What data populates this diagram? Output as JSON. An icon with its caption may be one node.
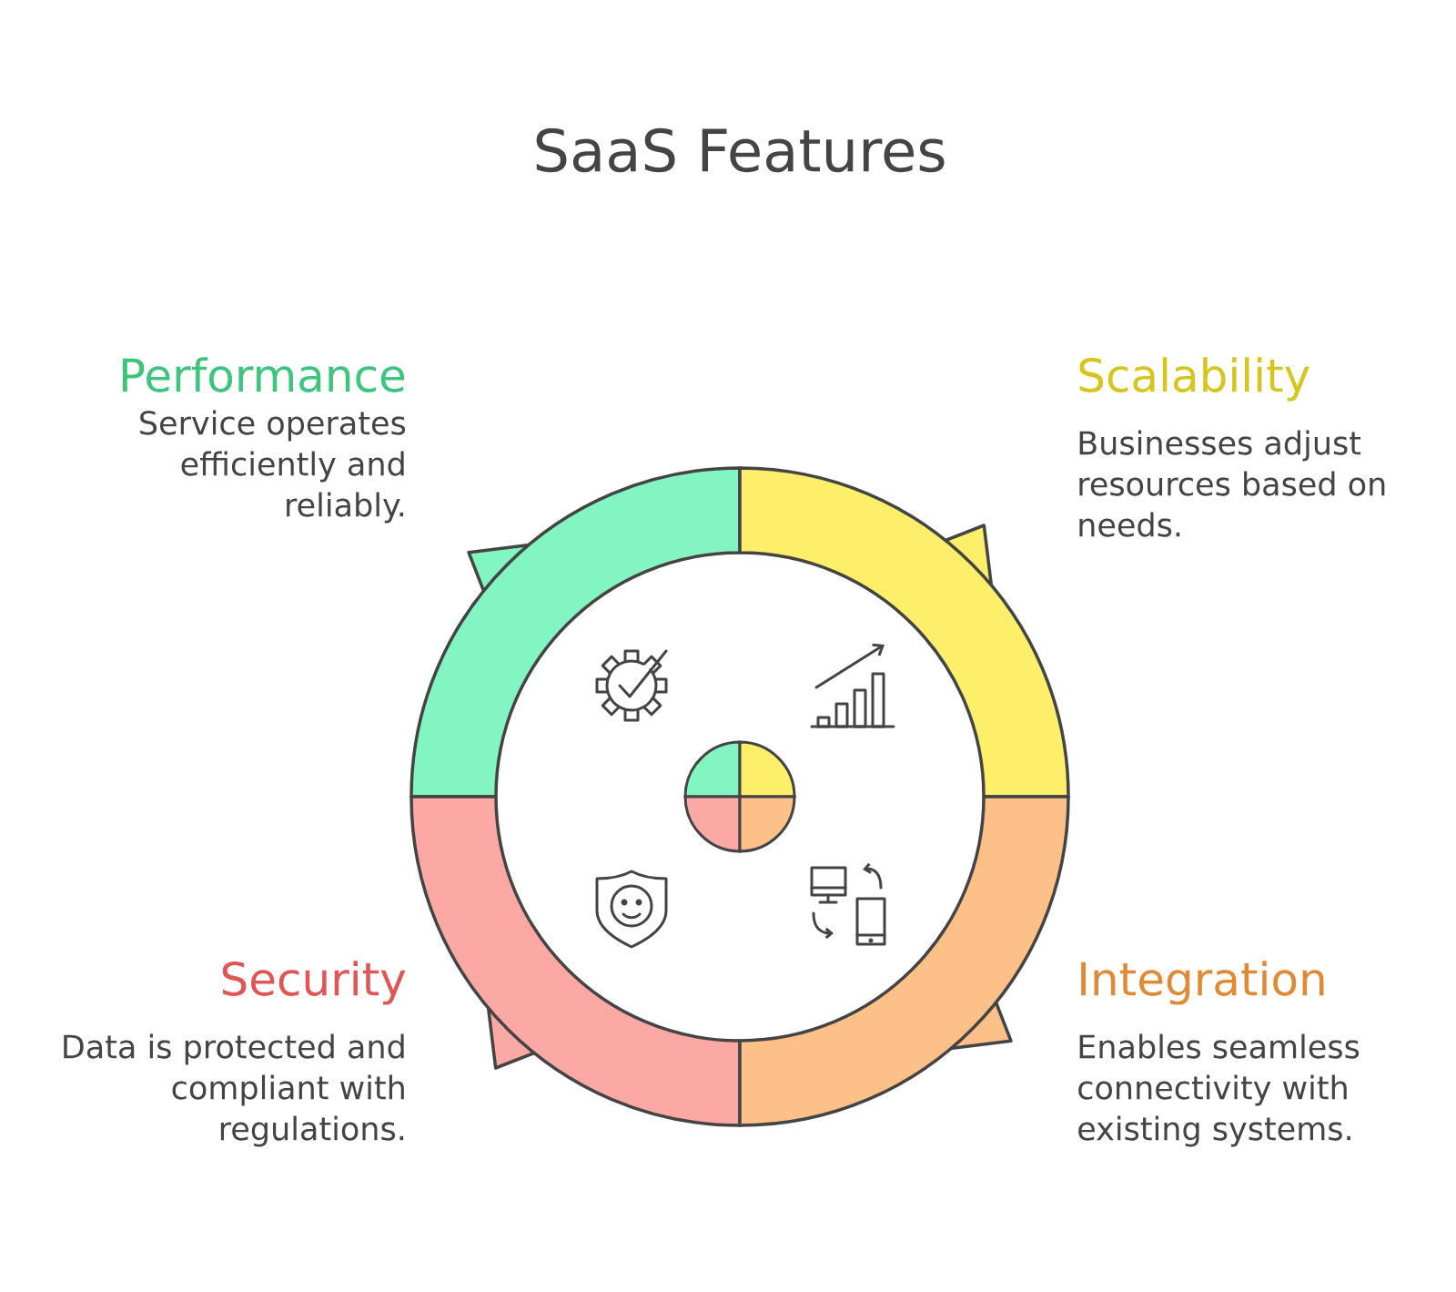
{
  "diagram": {
    "title": "SaaS Features",
    "nodes": [
      {
        "text": [
          "Performance",
          "Service operates efficiently and reliably."
        ]
      },
      {
        "text": [
          "Scalability",
          "Businesses adjust resources based on needs."
        ]
      },
      {
        "text": [
          "Security",
          "Data is protected and compliant with regulations."
        ]
      },
      {
        "text": [
          "Integration",
          "Enables seamless connectivity with existing systems."
        ]
      }
    ]
  }
}
